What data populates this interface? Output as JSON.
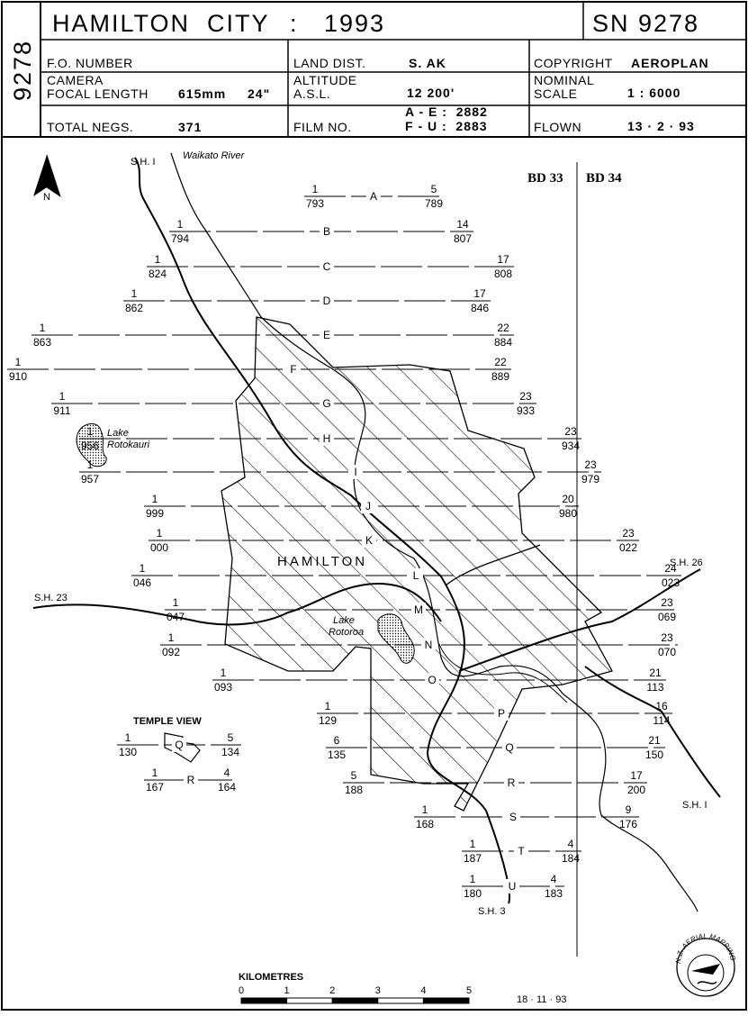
{
  "header": {
    "side_code": "9278",
    "title": "HAMILTON  CITY",
    "colon": ":",
    "year": "1993",
    "sn_label": "SN 9278",
    "fo_number_label": "F.O. NUMBER",
    "land_dist_label": "LAND DIST.",
    "land_dist_value": "S. AK",
    "copyright_label": "COPYRIGHT",
    "copyright_value": "AEROPLAN",
    "camera_label": "CAMERA",
    "focal_length_label": "FOCAL LENGTH",
    "focal_mm": "615mm",
    "focal_in": "24\"",
    "altitude_label": "ALTITUDE",
    "asl_label": "A.S.L.",
    "altitude_value": "12 200'",
    "nominal_label": "NOMINAL",
    "scale_label": "SCALE",
    "scale_value": "1 : 6000",
    "total_negs_label": "TOTAL NEGS.",
    "total_negs_value": "371",
    "film_no_label": "FILM NO.",
    "film_ae": "A - E :  2882",
    "film_fu": "F - U :  2883",
    "flown_label": "FLOWN",
    "flown_value": "13 · 2 · 93"
  },
  "map": {
    "north_label": "N",
    "river_label": "Waikato River",
    "sh1_top": "S.H. I",
    "sh1_bottom": "S.H. I",
    "sh26": "S.H. 26",
    "sh23": "S.H. 23",
    "sh3": "S.H. 3",
    "city": "HAMILTON",
    "lake_rotokauri_1": "Lake",
    "lake_rotokauri_2": "Rotokauri",
    "lake_rotoroa_1": "Lake",
    "lake_rotoroa_2": "Rotoroa",
    "temple_view": "TEMPLE VIEW",
    "sheet_left": "BD 33",
    "sheet_right": "BD 34",
    "km_title": "KILOMETRES",
    "km_ticks": [
      "0",
      "1",
      "2",
      "3",
      "4",
      "5"
    ],
    "date": "18 · 11 · 93",
    "stamp_text": "N.Z. AERIAL MAPPING LTD",
    "runs": {
      "A": {
        "l_top": "1",
        "l_bot": "793",
        "r_top": "5",
        "r_bot": "789"
      },
      "B": {
        "l_top": "1",
        "l_bot": "794",
        "r_top": "14",
        "r_bot": "807"
      },
      "C": {
        "l_top": "1",
        "l_bot": "824",
        "r_top": "17",
        "r_bot": "808"
      },
      "D": {
        "l_top": "1",
        "l_bot": "862",
        "r_top": "17",
        "r_bot": "846"
      },
      "E": {
        "l_top": "1",
        "l_bot": "863",
        "r_top": "22",
        "r_bot": "884"
      },
      "F": {
        "l_top": "1",
        "l_bot": "910",
        "r_top": "22",
        "r_bot": "889"
      },
      "G": {
        "l_top": "1",
        "l_bot": "911",
        "r_top": "23",
        "r_bot": "933"
      },
      "H": {
        "l_top": "1",
        "l_bot": "956",
        "r_top": "23",
        "r_bot": "934"
      },
      "I": {
        "l_top": "1",
        "l_bot": "957",
        "r_top": "23",
        "r_bot": "979"
      },
      "J": {
        "l_top": "1",
        "l_bot": "999",
        "r_top": "20",
        "r_bot": "980"
      },
      "K": {
        "l_top": "1",
        "l_bot": "000",
        "r_top": "23",
        "r_bot": "022"
      },
      "L": {
        "l_top": "1",
        "l_bot": "046",
        "r_top": "24",
        "r_bot": "023"
      },
      "M": {
        "l_top": "1",
        "l_bot": "047",
        "r_top": "23",
        "r_bot": "069"
      },
      "N": {
        "l_top": "1",
        "l_bot": "092",
        "r_top": "23",
        "r_bot": "070"
      },
      "O": {
        "l_top": "1",
        "l_bot": "093",
        "r_top": "21",
        "r_bot": "113"
      },
      "P": {
        "l_top": "1",
        "l_bot": "129",
        "r_top": "16",
        "r_bot": "114"
      },
      "Q": {
        "l_top": "6",
        "l_bot": "135",
        "r_top": "21",
        "r_bot": "150"
      },
      "R": {
        "l_top": "5",
        "l_bot": "188",
        "r_top": "17",
        "r_bot": "200"
      },
      "S": {
        "l_top": "1",
        "l_bot": "168",
        "r_top": "9",
        "r_bot": "176"
      },
      "T": {
        "l_top": "1",
        "l_bot": "187",
        "r_top": "4",
        "r_bot": "184"
      },
      "U": {
        "l_top": "1",
        "l_bot": "180",
        "r_top": "4",
        "r_bot": "183"
      },
      "TQ": {
        "name": "Q",
        "l_top": "1",
        "l_bot": "130",
        "r_top": "5",
        "r_bot": "134"
      },
      "TR": {
        "name": "R",
        "l_top": "1",
        "l_bot": "167",
        "r_top": "4",
        "r_bot": "164"
      }
    }
  }
}
